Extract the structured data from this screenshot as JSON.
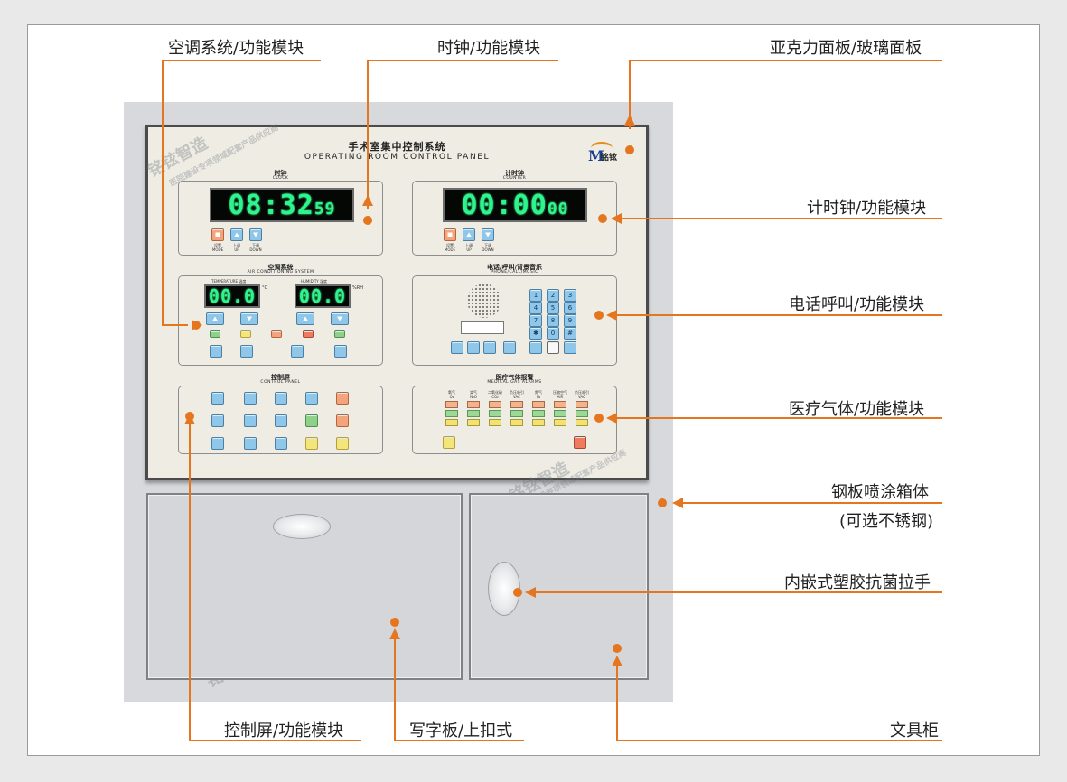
{
  "panel": {
    "title_cn": "手术室集中控制系统",
    "title_en": "OPERATING ROOM CONTROL PANEL",
    "logo_mark": "M",
    "logo_name": "铭铉"
  },
  "clock": {
    "title_cn": "时钟",
    "title_en": "CLOCK",
    "display_main": "08:32",
    "display_small": "59",
    "buttons": [
      {
        "cn": "设置",
        "en": "MODE"
      },
      {
        "cn": "上调",
        "en": "UP"
      },
      {
        "cn": "下调",
        "en": "DOWN"
      }
    ]
  },
  "counter": {
    "title_cn": "计时钟",
    "title_en": "COUNTER",
    "display_main": "00:00",
    "display_small": "00",
    "buttons": [
      {
        "cn": "设置",
        "en": "MODE"
      },
      {
        "cn": "上调",
        "en": "UP"
      },
      {
        "cn": "下调",
        "en": "DOWN"
      }
    ]
  },
  "air": {
    "title_cn": "空调系统",
    "title_en": "AIR CONDITIONING SYSTEM",
    "temp_label": "TEMPERATURE 温度",
    "temp_value": "00.0",
    "temp_unit": "°C",
    "humidity_label": "HUMIDITY 湿度",
    "humidity_value": "00.0",
    "humidity_unit": "%RH"
  },
  "phone": {
    "title_cn": "电话/呼叫/背景音乐",
    "title_en": "PHONE/CALL/MUSIC",
    "keys": [
      "1",
      "2",
      "3",
      "4",
      "5",
      "6",
      "7",
      "8",
      "9",
      "✱",
      "0",
      "#"
    ]
  },
  "control": {
    "title_cn": "控制屏",
    "title_en": "CONTROL PANEL"
  },
  "gas": {
    "title_cn": "医疗气体报警",
    "title_en": "MEDICAL GAS ALARMS",
    "columns": [
      {
        "cn": "氧气",
        "en": "O₂"
      },
      {
        "cn": "笑气",
        "en": "N₂O"
      },
      {
        "cn": "二氧化碳",
        "en": "CO₂"
      },
      {
        "cn": "负压吸引",
        "en": "VAC"
      },
      {
        "cn": "氮气",
        "en": "N₂"
      },
      {
        "cn": "压缩空气",
        "en": "AIR"
      },
      {
        "cn": "负压吸引",
        "en": "VAC"
      }
    ]
  },
  "watermark": {
    "brand": "铭铉智造",
    "tagline": "医院建设专项领域配套产品供应商"
  },
  "labels": {
    "air_module": "空调系统/功能模块",
    "clock_module": "时钟/功能模块",
    "panel_material": "亚克力面板/玻璃面板",
    "counter_module": "计时钟/功能模块",
    "phone_module": "电话呼叫/功能模块",
    "gas_module": "医疗气体/功能模块",
    "cabinet_body": "钢板喷涂箱体",
    "cabinet_body_note": "(可选不锈钢)",
    "handle": "内嵌式塑胶抗菌拉手",
    "control_module": "控制屏/功能模块",
    "writing_board": "写字板/上扣式",
    "file_cabinet": "文具柜"
  },
  "colors": {
    "accent_orange": "#e5751e",
    "led_green": "#2cf58c",
    "button_blue": "#8ec7ea"
  }
}
